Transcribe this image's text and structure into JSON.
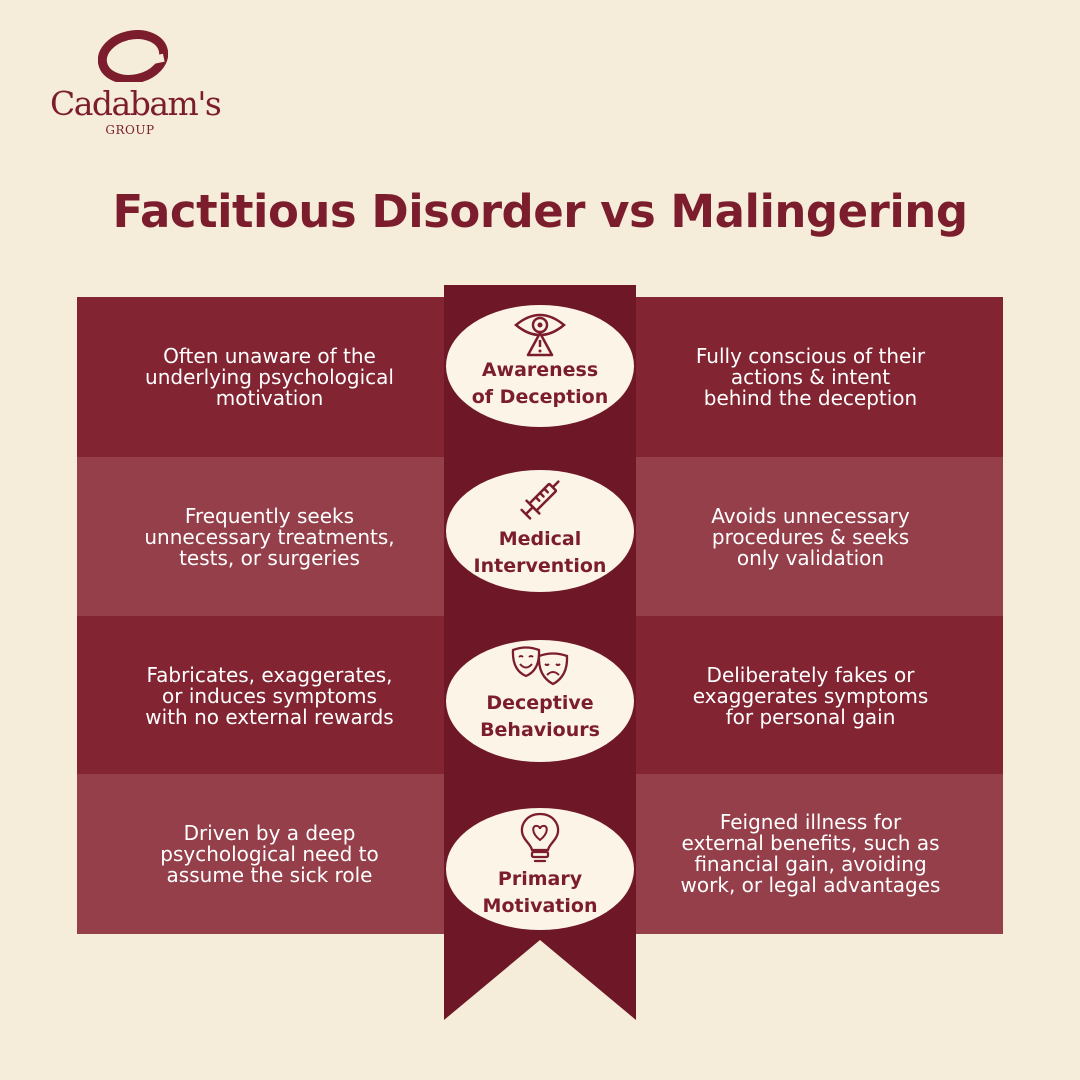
{
  "brand": {
    "name": "Cadabam's",
    "group": "GROUP",
    "color": "#7b1d2c"
  },
  "title": "Factitious Disorder vs Malingering",
  "rows": [
    {
      "criterion": [
        "Awareness",
        "of Deception"
      ],
      "icon": "eye-warning-icon",
      "left": [
        "Often unaware of the",
        "underlying psychological",
        "motivation"
      ],
      "right": [
        "Fully conscious of their",
        "actions & intent",
        "behind the deception"
      ]
    },
    {
      "criterion": [
        "Medical",
        "Intervention"
      ],
      "icon": "syringe-icon",
      "left": [
        "Frequently seeks",
        "unnecessary treatments,",
        "tests, or surgeries"
      ],
      "right": [
        "Avoids unnecessary",
        "procedures & seeks",
        "only validation"
      ]
    },
    {
      "criterion": [
        "Deceptive",
        "Behaviours"
      ],
      "icon": "theatre-masks-icon",
      "left": [
        "Fabricates, exaggerates,",
        "or induces symptoms",
        "with no external rewards"
      ],
      "right": [
        "Deliberately fakes or",
        "exaggerates symptoms",
        "for personal gain"
      ]
    },
    {
      "criterion": [
        "Primary",
        "Motivation"
      ],
      "icon": "heart-bulb-icon",
      "left": [
        "Driven by a deep",
        "psychological need to",
        "assume the sick role"
      ],
      "right": [
        "Feigned illness for",
        "external benefits, such as",
        "financial gain, avoiding",
        "work, or legal advantages"
      ]
    }
  ],
  "colors": {
    "background": "#f5ecd9",
    "row_dark": "#822432",
    "row_light": "#943f4a",
    "ribbon": "#6e1727",
    "oval": "#fbf4e7",
    "accent": "#7b1d2c"
  }
}
